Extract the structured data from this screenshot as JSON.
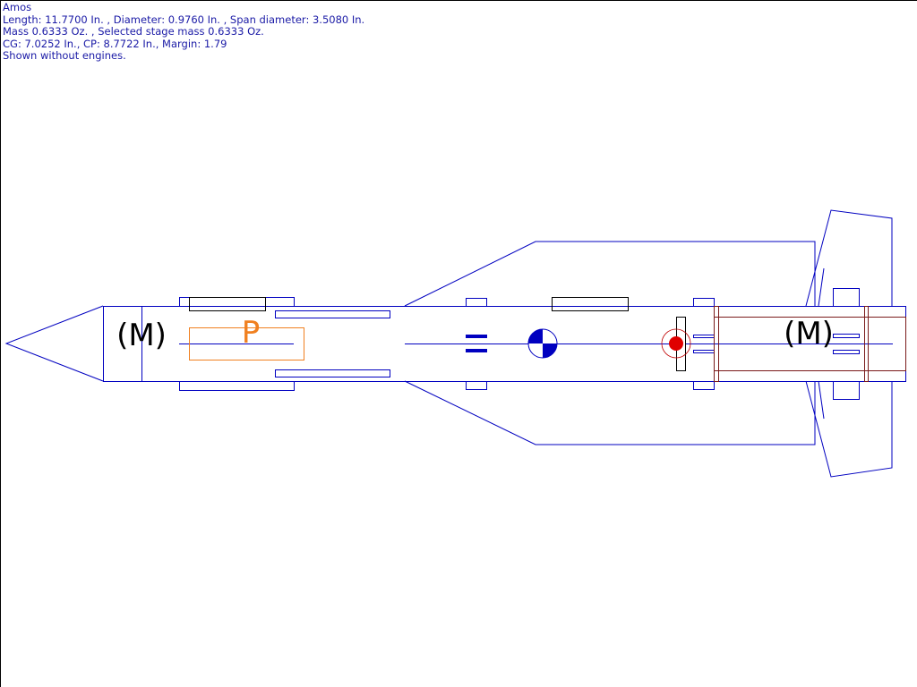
{
  "rocket": {
    "name": "Amos",
    "dimensions_line": "Length: 11.7700 In. , Diameter: 0.9760 In. , Span diameter: 3.5080 In.",
    "mass_line": "Mass 0.6333 Oz. , Selected stage mass 0.6333 Oz.",
    "stability_line": "CG: 7.0252 In., CP: 8.7722 In., Margin: 1.79",
    "engines_line": "Shown without engines."
  },
  "labels": {
    "mass_front": "(M)",
    "mass_rear": "(M)",
    "parachute": "P"
  },
  "colors": {
    "structure": "#0000c0",
    "motor_mount": "#7a1a1a",
    "parachute": "#f08020",
    "cp_marker": "#e00000",
    "text": "#1a1aa6"
  }
}
